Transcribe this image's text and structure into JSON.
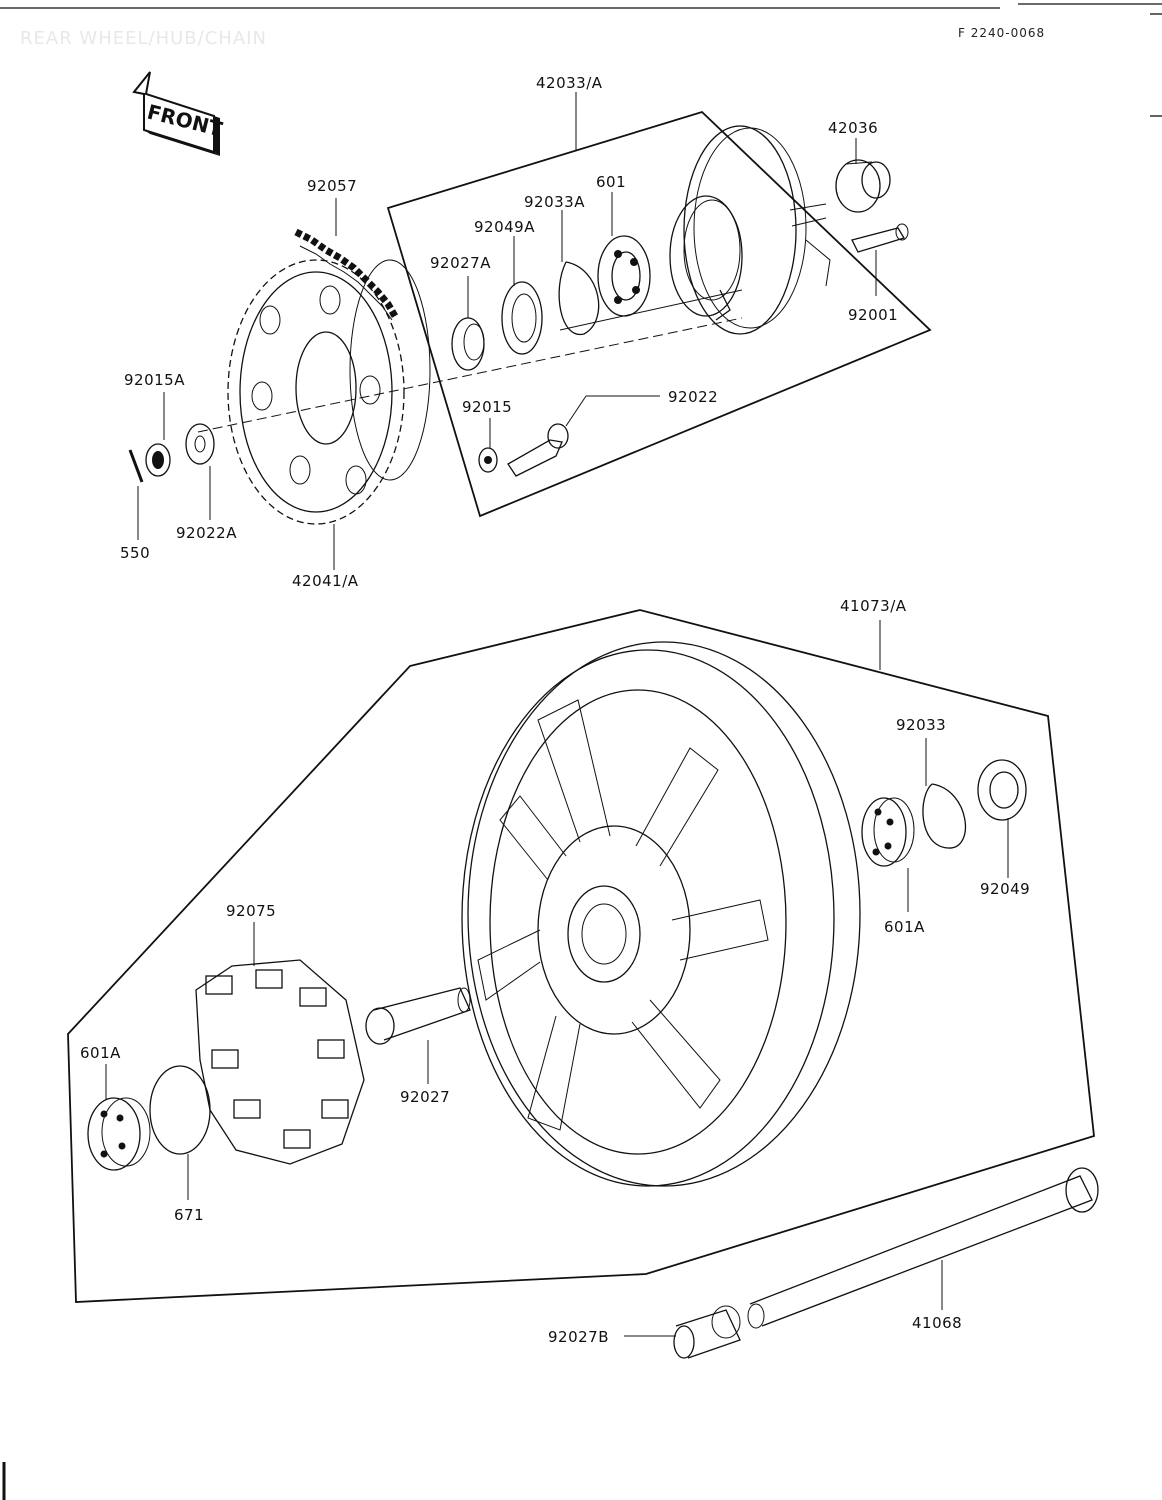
{
  "header": {
    "section_title": "REAR WHEEL/HUB/CHAIN",
    "ref_code": "F 2240-0068"
  },
  "front_marker": "FRONT",
  "parts": {
    "p42033": "42033/A",
    "p42036": "42036",
    "p92057": "92057",
    "p601": "601",
    "p92033A": "92033A",
    "p92049A": "92049A",
    "p92027A": "92027A",
    "p92001": "92001",
    "p92015A": "92015A",
    "p92015": "92015",
    "p92022": "92022",
    "p550": "550",
    "p92022A": "92022A",
    "p42041": "42041/A",
    "p41073": "41073/A",
    "p92033": "92033",
    "p601A_r": "601A",
    "p92049": "92049",
    "p92075": "92075",
    "p601A_l": "601A",
    "p92027": "92027",
    "p671": "671",
    "p92027B": "92027B",
    "p41068": "41068"
  }
}
